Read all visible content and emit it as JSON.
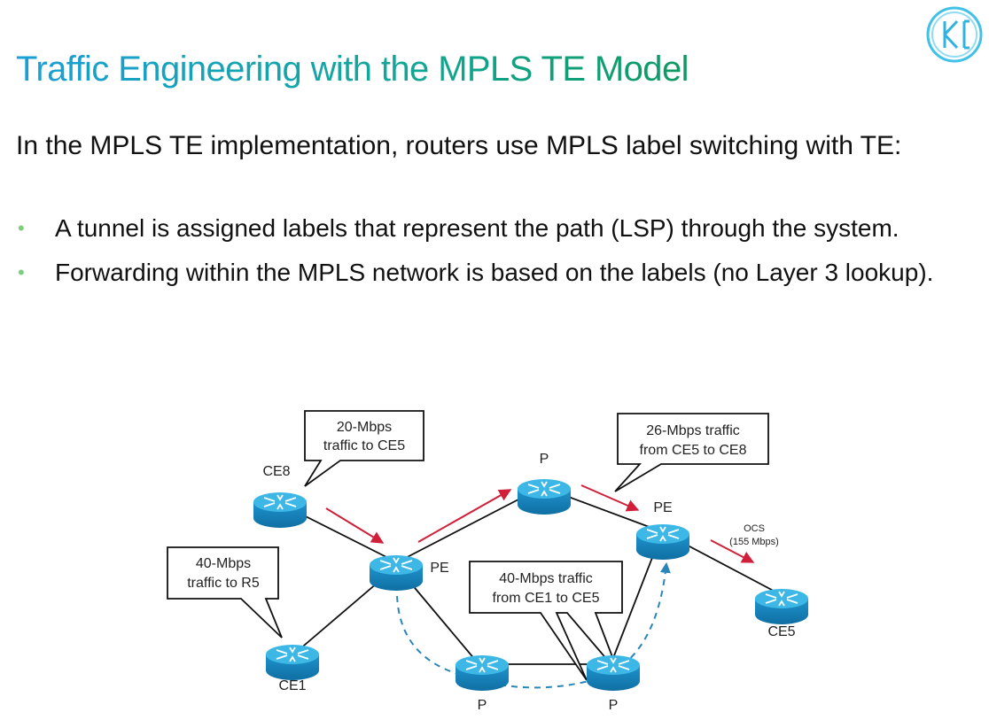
{
  "header": {
    "title": "Traffic Engineering with the MPLS TE Model"
  },
  "body": {
    "intro": "In the MPLS TE implementation, routers use MPLS label switching with TE:",
    "bullets": [
      "A tunnel is assigned labels that represent the path (LSP) through the system.",
      "Forwarding within the MPLS network is based on the labels  (no Layer 3 lookup)."
    ]
  },
  "diagram": {
    "nodes": {
      "ce8": "CE8",
      "ce1": "CE1",
      "pe_left": "PE",
      "p_top": "P",
      "pe_right": "PE",
      "ce5": "CE5",
      "p_bottom_left": "P",
      "p_bottom_right": "P"
    },
    "callouts": {
      "c20": [
        "20-Mbps",
        "traffic to CE5"
      ],
      "c40": [
        "40-Mbps",
        "traffic to R5"
      ],
      "c26": [
        "26-Mbps traffic",
        "from CE5 to CE8"
      ],
      "c40b": [
        "40-Mbps traffic",
        "from CE1 to CE5"
      ]
    },
    "link_label": [
      "OCS",
      "(155 Mbps)"
    ],
    "colors": {
      "router_top": "#3cb7e6",
      "router_body": "#1f8cc4",
      "flow_arrow": "#d02039",
      "tunnel": "#2a86b8"
    }
  }
}
